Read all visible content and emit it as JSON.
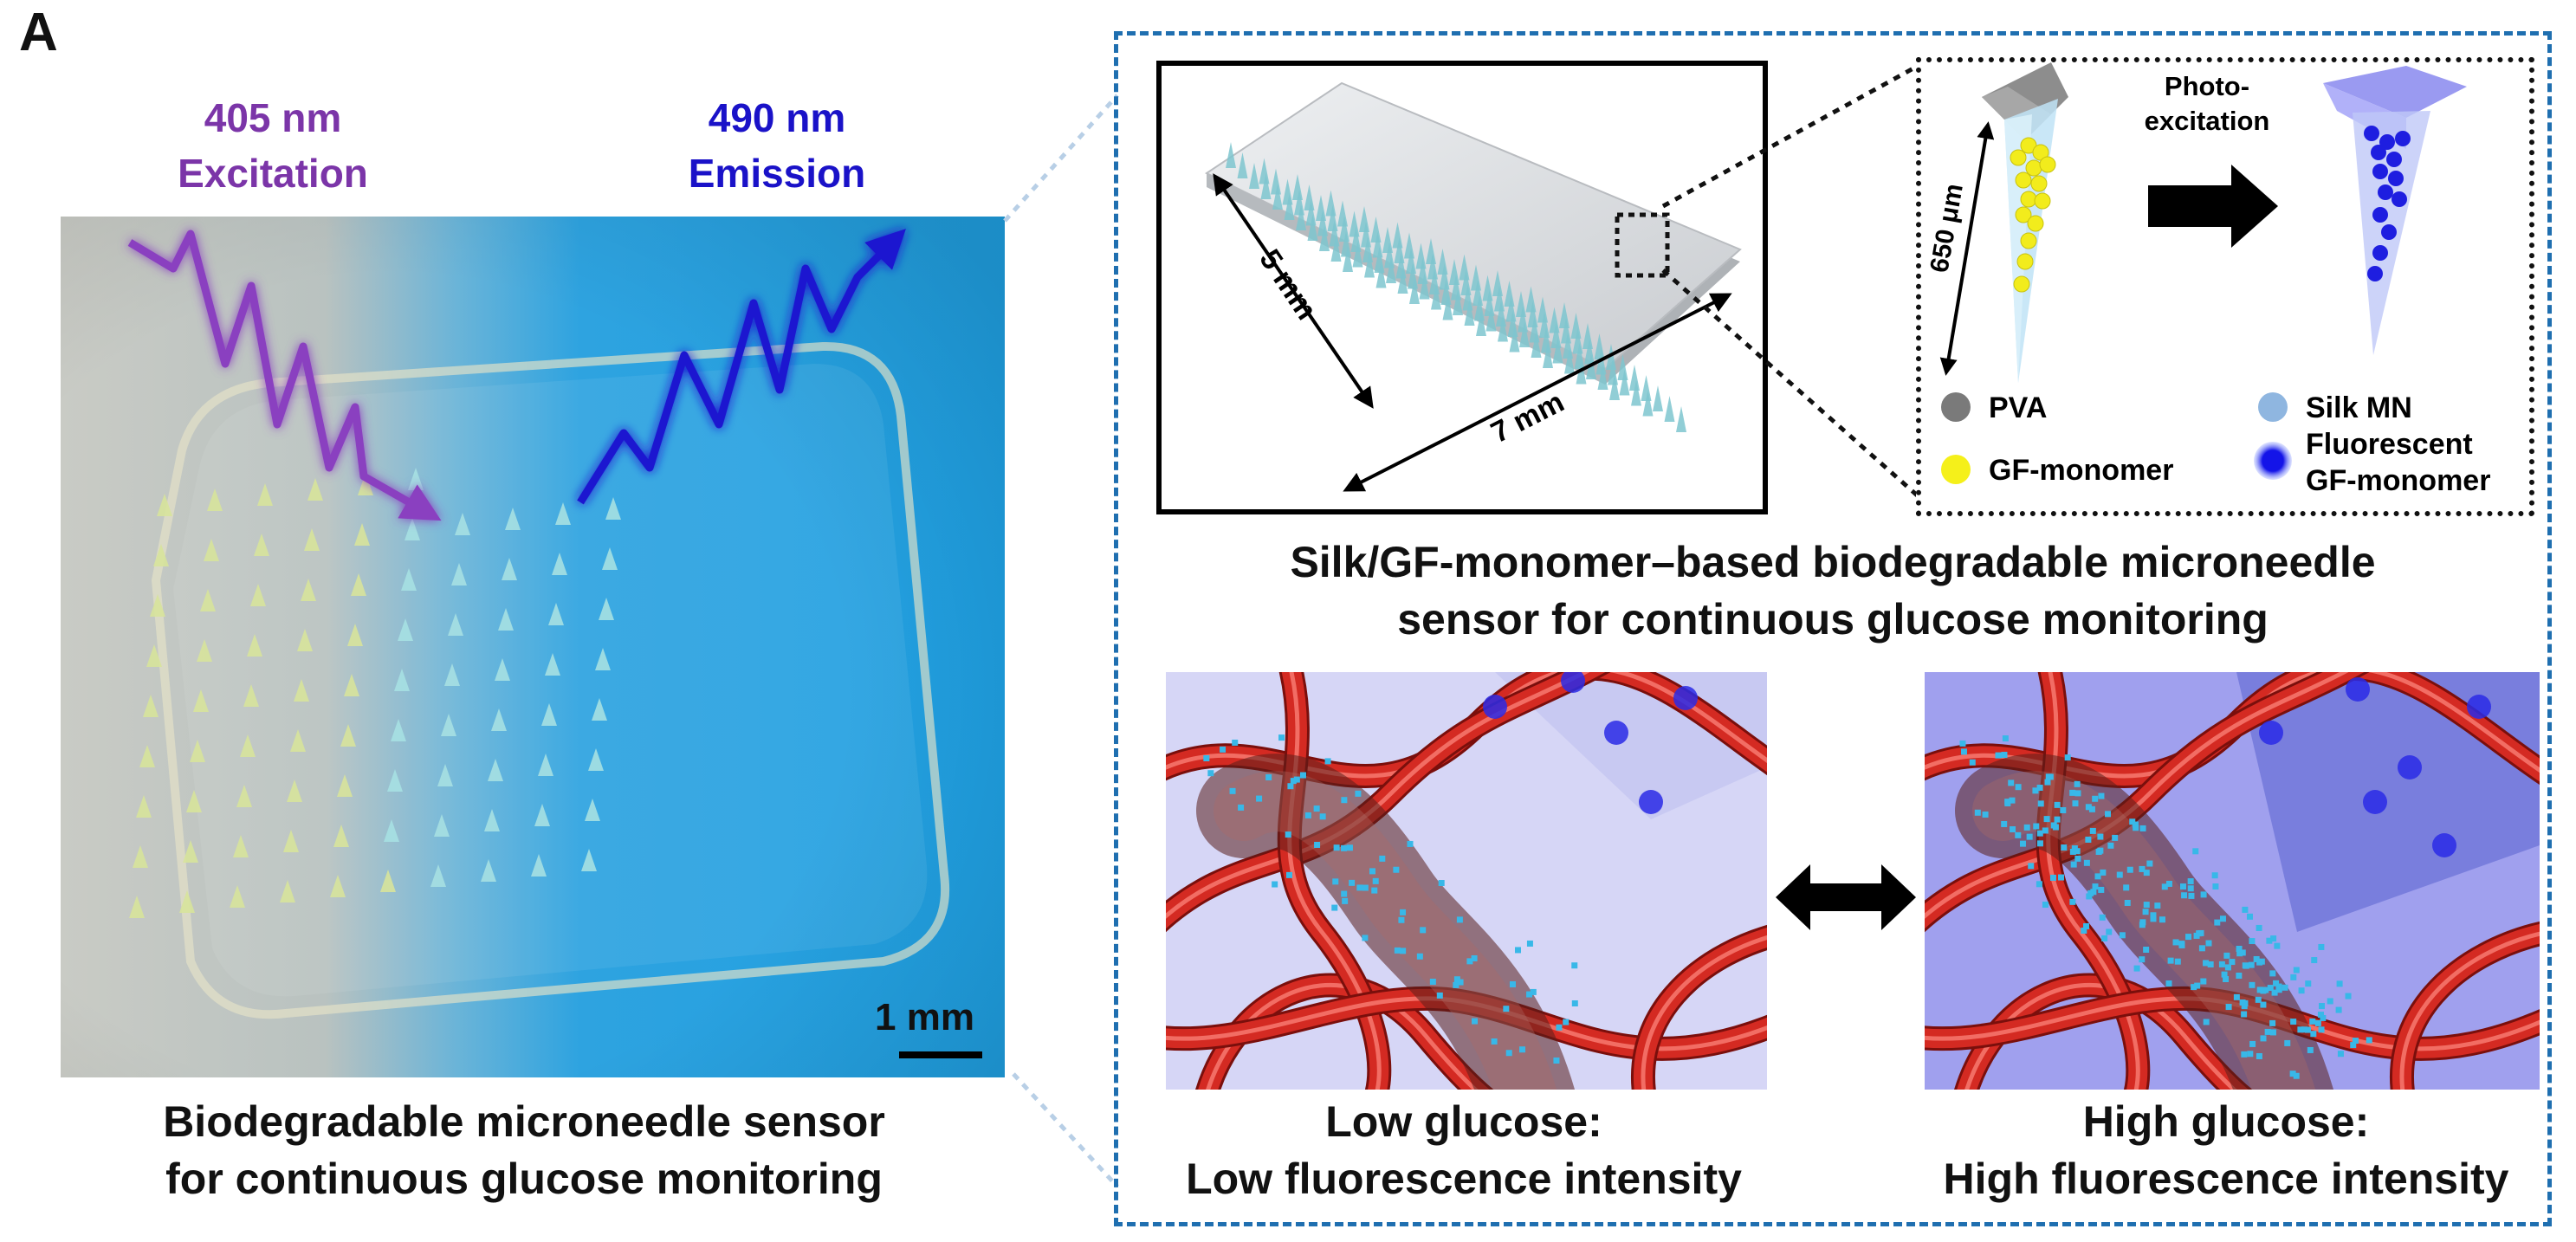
{
  "panel_letter": "A",
  "excitation": {
    "line1": "405 nm",
    "line2": "Excitation",
    "color": "#7b35a8"
  },
  "emission": {
    "line1": "490 nm",
    "line2": "Emission",
    "color": "#1a12c8"
  },
  "photo": {
    "scale_bar": "1 mm"
  },
  "left_caption": {
    "line1": "Biodegradable microneedle sensor",
    "line2": "for continuous glucose monitoring"
  },
  "patch": {
    "dim_width": "5 mm",
    "dim_length": "7 mm"
  },
  "needle_zoom": {
    "height_label": "650 μm",
    "process_label_line1": "Photo-",
    "process_label_line2": "excitation",
    "legend": [
      {
        "label": "PVA",
        "color": "#7a7a7a"
      },
      {
        "label": "Silk MN",
        "color": "#8fb6e0"
      },
      {
        "label": "GF-monomer",
        "color": "#f5f01a"
      },
      {
        "label_line1": "Fluorescent",
        "label_line2": "GF-monomer",
        "color": "#1414e8"
      }
    ]
  },
  "mid_caption": {
    "line1": "Silk/GF-monomer–based biodegradable microneedle",
    "line2": "sensor for continuous glucose monitoring"
  },
  "low": {
    "line1": "Low glucose:",
    "line2": "Low fluorescence intensity"
  },
  "high": {
    "line1": "High glucose:",
    "line2": "High fluorescence intensity"
  },
  "colors": {
    "frame_dash": "#1f6fb0",
    "vessel": "#d42a22",
    "glucose_dot": "#38b8e8"
  }
}
